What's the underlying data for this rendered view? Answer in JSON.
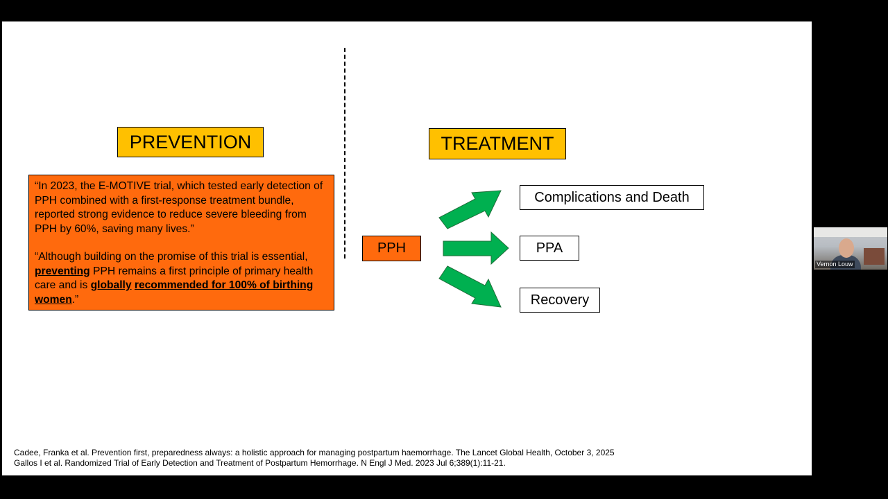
{
  "slide": {
    "prevention_label": "PREVENTION",
    "treatment_label": "TREATMENT",
    "quote": {
      "p1": "“In 2023, the E-MOTIVE trial, which tested early detection of PPH combined with a first-response treatment bundle, reported strong evidence to reduce severe bleeding from PPH by 60%, saving many lives.”",
      "p2_start": "“Although building on the promise of this trial is essential, ",
      "p2_em1": "preventing",
      "p2_mid1": " PPH remains a first principle of primary health care and is ",
      "p2_em2": "globally",
      "p2_mid2": " ",
      "p2_em3": "recommended for 100% of birthing women",
      "p2_end": ".”"
    },
    "pph_label": "PPH",
    "outcomes": [
      "Complications and Death",
      "PPA",
      "Recovery"
    ],
    "citations": [
      "Cadee, Franka et al. Prevention first, preparedness always: a holistic approach for managing postpartum haemorrhage. The Lancet Global Health, October 3, 2025",
      "Gallos I et al. Randomized Trial of Early Detection and Treatment of Postpartum Hemorrhage. N Engl J Med. 2023 Jul 6;389(1):11-21."
    ]
  },
  "colors": {
    "label_yellow": "#ffc000",
    "orange": "#ff6a0d",
    "arrow_green": "#00b050"
  },
  "participant": {
    "name": "Vernon Louw"
  }
}
